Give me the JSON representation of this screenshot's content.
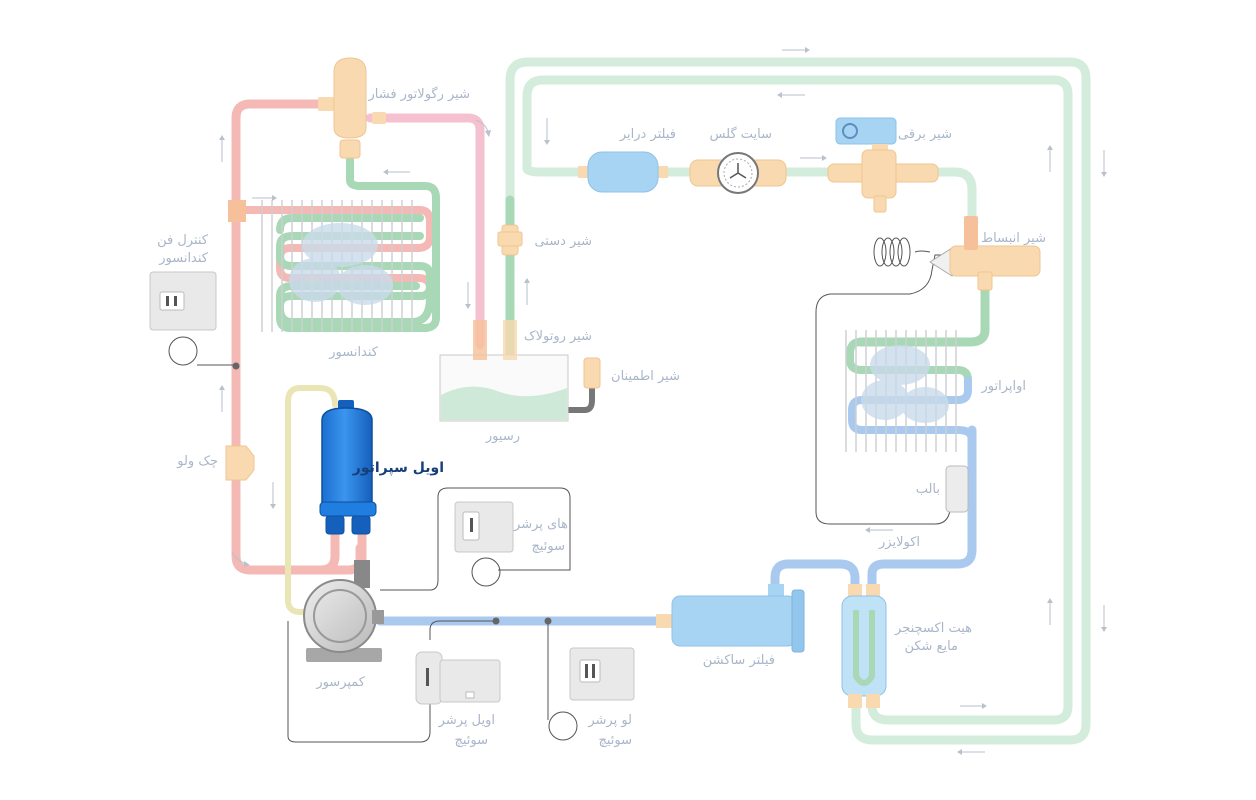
{
  "diagram": {
    "labels": {
      "pressure_regulator": "شیر رگولاتور فشار",
      "dryer_filter": "فیلتر درایر",
      "sight_glass": "سایت گلس",
      "solenoid_valve": "شیر برقی",
      "expansion_valve": "شیر انبساط",
      "manual_valve": "شیر دستی",
      "condenser_fan_control_line1": "کنترل فن",
      "condenser_fan_control_line2": "کندانسور",
      "condenser": "کندانسور",
      "rotolock_valve": "شیر روتولاک",
      "safety_valve": "شیر اطمینان",
      "receiver": "رسیور",
      "evaporator": "اواپراتور",
      "check_valve": "چک ولو",
      "oil_separator": "اویل سپراتور",
      "bulb": "بالب",
      "high_pressure_switch_line1": "های پرشر",
      "high_pressure_switch_line2": "سوئیچ",
      "equalizer": "اکولایزر",
      "heat_exchanger_line1": "هیت اکسچنجر",
      "heat_exchanger_line2": "مایع شکن",
      "compressor": "کمپرسور",
      "suction_filter": "فیلتر ساکشن",
      "oil_pressure_switch_line1": "اویل پرشر",
      "oil_pressure_switch_line2": "سوئیچ",
      "low_pressure_switch_line1": "لو پرشر",
      "low_pressure_switch_line2": "سوئیچ"
    },
    "highlighted_component": "oil_separator",
    "colors": {
      "discharge_line": "#f2b6b3",
      "hot_gas_line": "#f5c2d0",
      "condensed_line": "#a8d8b5",
      "liquid_line": "#cfe9d8",
      "suction_line": "#aac9ef",
      "oil_line": "#ece6b3",
      "brass": "#f8d9b0",
      "brass_edge": "#f0b87a",
      "highlight_blue": "#1f7ee0",
      "highlight_dark": "#1456a8",
      "control_box": "#e9e9ea",
      "wire": "#555555",
      "label_muted": "#a9b6c9",
      "label_active": "#163f7a"
    }
  }
}
